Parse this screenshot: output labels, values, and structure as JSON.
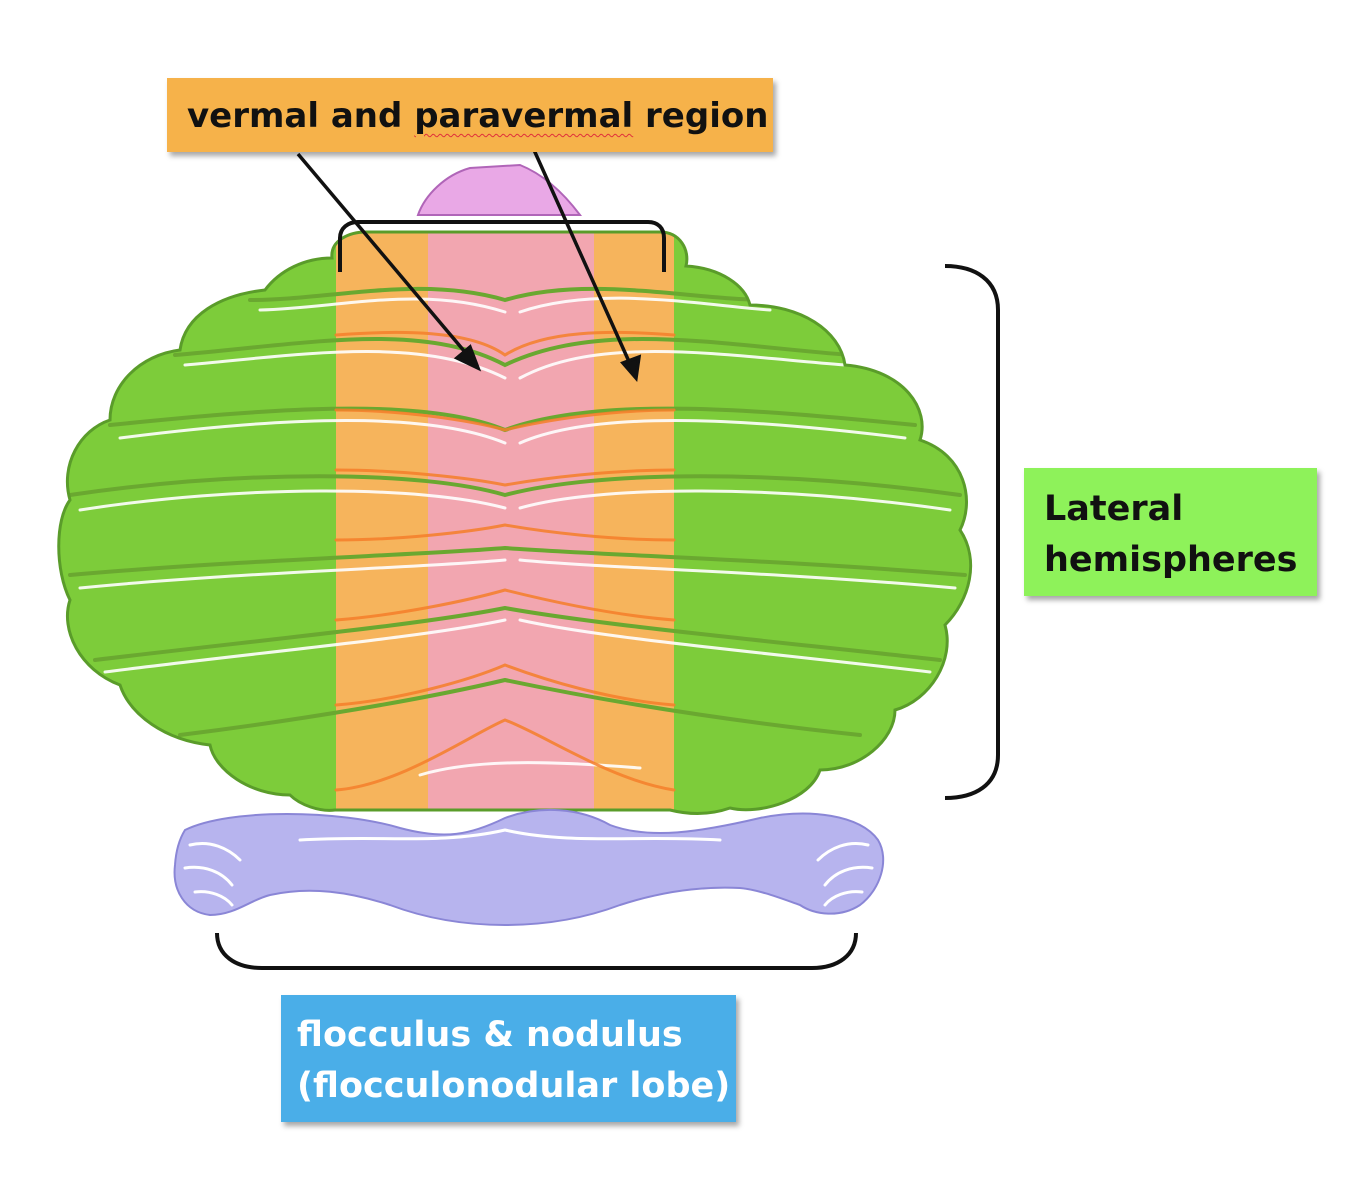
{
  "labels": {
    "vermal": {
      "prefix": "vermal and ",
      "underlined_word": "paravermal",
      "suffix": " region",
      "background": "#f6b24a"
    },
    "lateral": {
      "line1": "Lateral",
      "line2": "hemispheres",
      "background": "#8ef25a"
    },
    "flocculus": {
      "line1": "flocculus & nodulus",
      "line2": "(flocculonodular lobe)",
      "background": "#4aaee8"
    }
  },
  "colors": {
    "hemisphere_green": "#7dcc3a",
    "paravermis_orange": "#f6b45c",
    "vermis_pink": "#f2a6b0",
    "flocculonodular_blue": "#b7b4ee",
    "top_pink": "#e9a8e6",
    "fissure_line": "#f57f2a",
    "bracket": "#111111"
  }
}
